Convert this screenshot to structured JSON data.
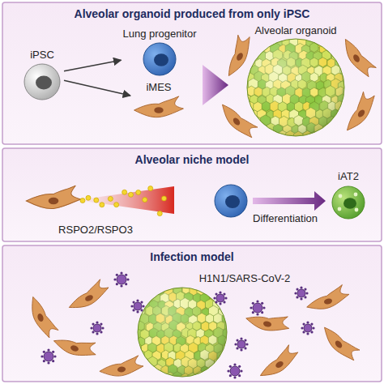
{
  "diagram": {
    "nodes": [
      {
        "text": [
          "Alveolar organoid produced from only iPSC"
        ]
      },
      {
        "text": [
          "iPSC"
        ],
        "in": 0
      },
      {
        "text": [
          "Lung progenitor"
        ],
        "in": 0
      },
      {
        "text": [
          "iMES"
        ],
        "in": 0
      },
      {
        "text": [
          "Alveolar organoid"
        ],
        "in": 0
      },
      {
        "text": [
          "Alveolar niche model"
        ]
      },
      {
        "text": [
          "iAT2"
        ],
        "in": 5
      },
      {
        "text": [
          "Infection model"
        ]
      }
    ],
    "edges": [
      {
        "from": 1,
        "to": 2,
        "arrow": "to"
      },
      {
        "from": 1,
        "to": 3,
        "arrow": "to"
      }
    ],
    "labels": [
      "RSPO2/RSPO3",
      "Differentiation",
      "H1N1/SARS-CoV-2"
    ]
  }
}
